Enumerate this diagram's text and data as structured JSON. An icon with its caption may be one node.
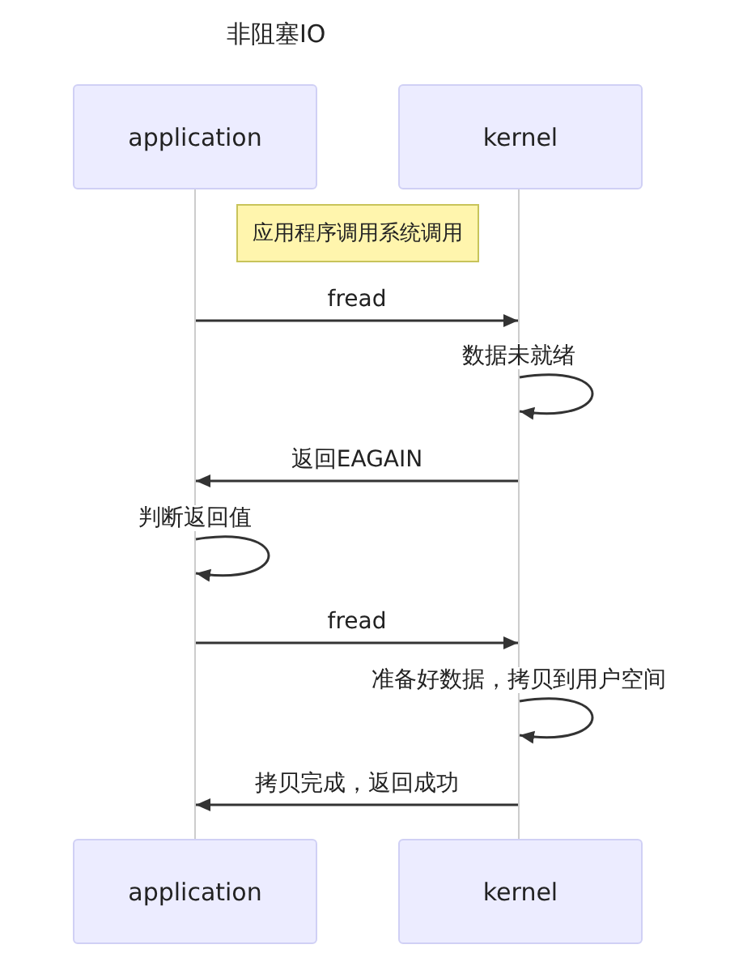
{
  "diagram": {
    "title": "非阻塞IO",
    "nodes": [
      {
        "text": [
          "application"
        ]
      },
      {
        "text": [
          "kernel"
        ]
      },
      {
        "text": [
          "application"
        ]
      },
      {
        "text": [
          "kernel"
        ]
      },
      {
        "text": [
          "应用程序调用系统调用"
        ]
      },
      {
        "text": [],
        "shape": "bar"
      },
      {
        "text": [],
        "shape": "bar"
      }
    ],
    "edges": [
      {
        "from": 5,
        "to": 6,
        "arrow": "to",
        "label": "fread"
      },
      {
        "from": 6,
        "to": 6,
        "arrow": "to",
        "label": "数据未就绪"
      },
      {
        "from": 6,
        "to": 5,
        "arrow": "to",
        "label": "返回EAGAIN"
      },
      {
        "from": 5,
        "to": 5,
        "arrow": "to",
        "label": "判断返回值"
      },
      {
        "from": 5,
        "to": 6,
        "arrow": "to",
        "label": "fread"
      },
      {
        "from": 6,
        "to": 6,
        "arrow": "to",
        "label": "准备好数据，拷贝到用户空间"
      },
      {
        "from": 6,
        "to": 5,
        "arrow": "to",
        "label": "拷贝完成，返回成功"
      }
    ]
  }
}
